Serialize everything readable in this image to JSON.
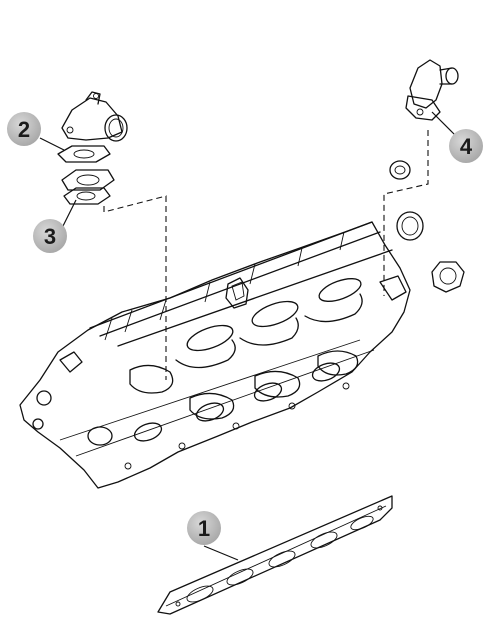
{
  "callouts": [
    {
      "id": "1",
      "label": "1"
    },
    {
      "id": "2",
      "label": "2"
    },
    {
      "id": "3",
      "label": "3"
    },
    {
      "id": "4",
      "label": "4"
    }
  ],
  "colors": {
    "badge_fill": "#b9b9b9",
    "badge_text": "#1b1b1b",
    "line": "#111111",
    "background": "#ffffff"
  }
}
